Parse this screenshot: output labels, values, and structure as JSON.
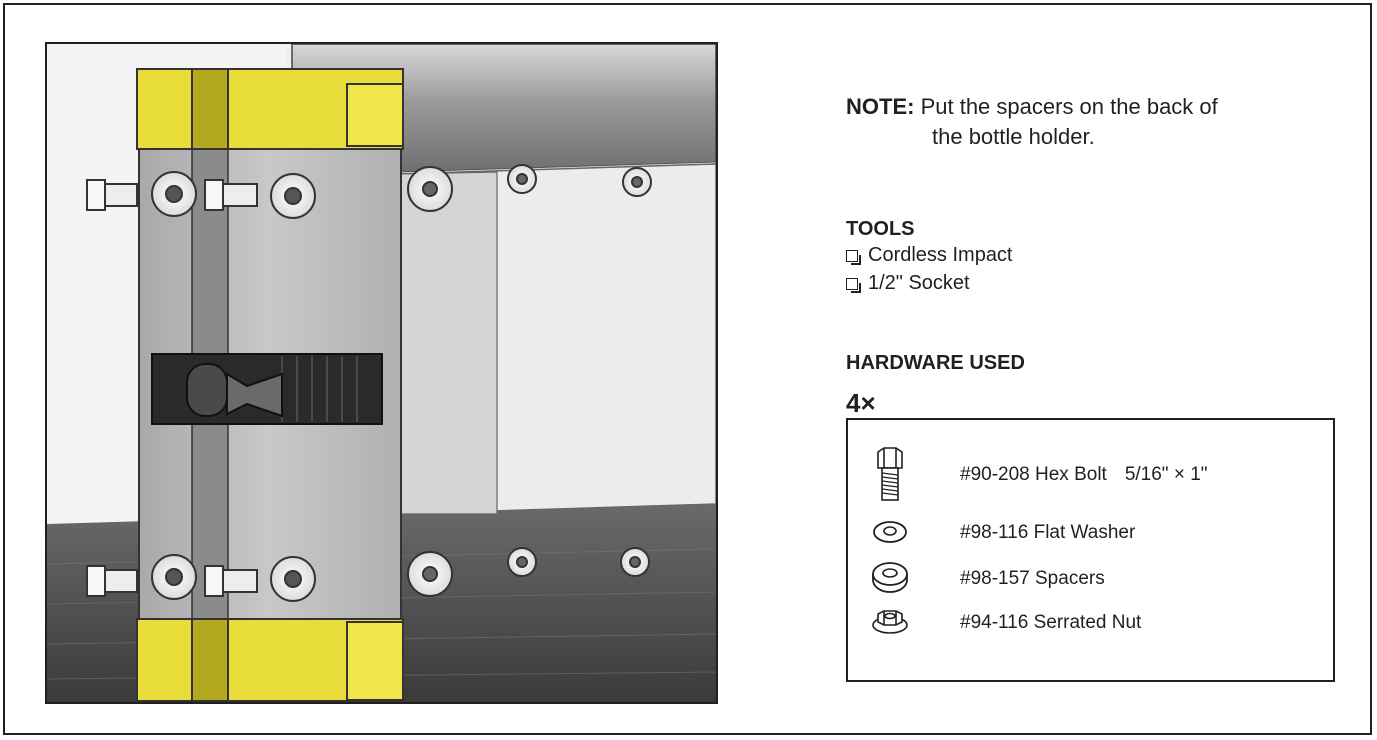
{
  "note": {
    "label": "NOTE:",
    "line1": "Put the spacers on the back of",
    "line2": "the bottle holder."
  },
  "tools": {
    "heading": "TOOLS",
    "items": [
      "Cordless Impact",
      "1/2\" Socket"
    ]
  },
  "hardware": {
    "heading": "HARDWARE USED",
    "quantity": "4×",
    "items": [
      {
        "icon": "hex-bolt-icon",
        "label": "#90-208 Hex Bolt",
        "size": "5/16\" × 1\""
      },
      {
        "icon": "flat-washer-icon",
        "label": "#98-116 Flat Washer"
      },
      {
        "icon": "spacer-icon",
        "label": "#98-157 Spacers"
      },
      {
        "icon": "serrated-nut-icon",
        "label": "#94-116 Serrated Nut"
      }
    ]
  },
  "colors": {
    "bracket_yellow": "#e8dd3a",
    "plate_gray": "#bdbdbd",
    "outline": "#231f20"
  }
}
